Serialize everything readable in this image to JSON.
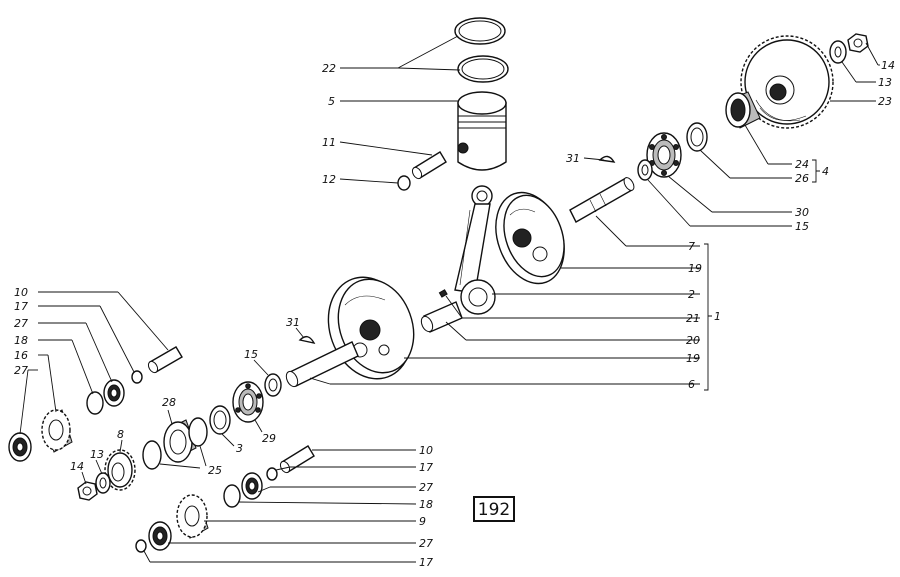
{
  "figure_number": "192",
  "labels": {
    "l22": "22",
    "l5": "5",
    "l11": "11",
    "l12": "12",
    "l14a": "14",
    "l13a": "13",
    "l23": "23",
    "l24": "24",
    "l26": "26",
    "l4": "4",
    "l31a": "31",
    "l30": "30",
    "l15a": "15",
    "l7": "7",
    "l19a": "19",
    "l2": "2",
    "l21": "21",
    "l1": "1",
    "l20": "20",
    "l19b": "19",
    "l6": "6",
    "l10a": "10",
    "l17a": "17",
    "l27a": "27",
    "l18a": "18",
    "l16": "16",
    "l27b": "27",
    "l31b": "31",
    "l15b": "15",
    "l28": "28",
    "l8": "8",
    "l3": "3",
    "l29": "29",
    "l25": "25",
    "l13b": "13",
    "l14b": "14",
    "l10b": "10",
    "l17b": "17",
    "l27c": "27",
    "l18b": "18",
    "l9": "9",
    "l27d": "27",
    "l17c": "17"
  }
}
